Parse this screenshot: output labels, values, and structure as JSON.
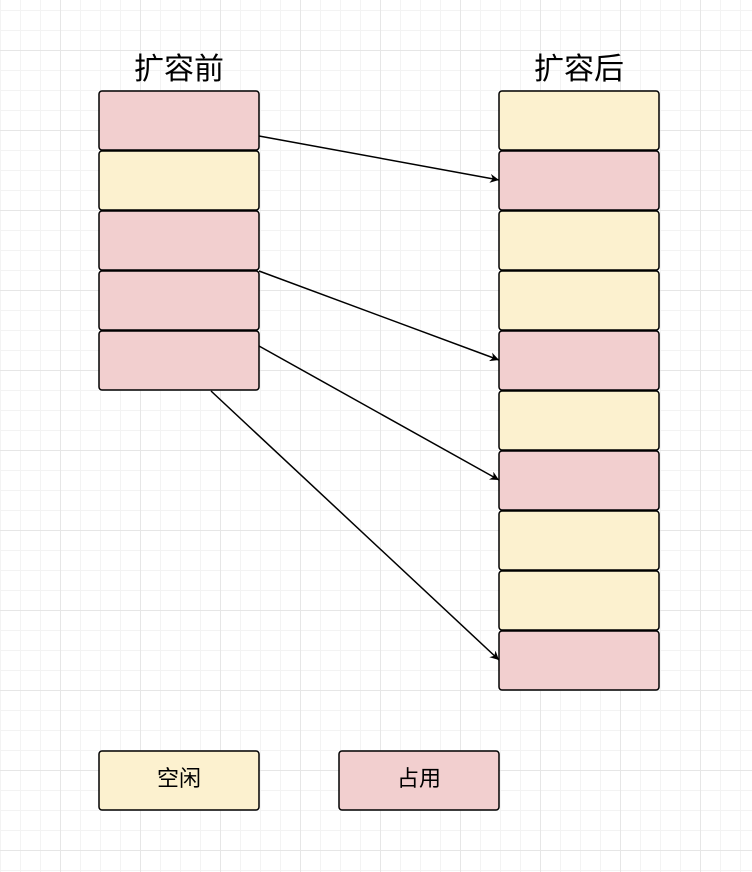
{
  "diagram": {
    "before_title": "扩容前",
    "after_title": "扩容后",
    "colors": {
      "free": "#fcf1cf",
      "used": "#f2cfcf",
      "border": "#000000",
      "arrow": "#000000"
    },
    "before_slots": [
      "used",
      "free",
      "used",
      "used",
      "used"
    ],
    "after_slots": [
      "free",
      "used",
      "free",
      "free",
      "used",
      "free",
      "used",
      "free",
      "free",
      "used"
    ],
    "moves": [
      {
        "from": 0,
        "to": 1
      },
      {
        "from": 3,
        "to": 4
      },
      {
        "from": 4,
        "to": 6
      },
      {
        "from": 4,
        "to": 9
      }
    ]
  },
  "legend": {
    "free_label": "空闲",
    "used_label": "占用"
  }
}
